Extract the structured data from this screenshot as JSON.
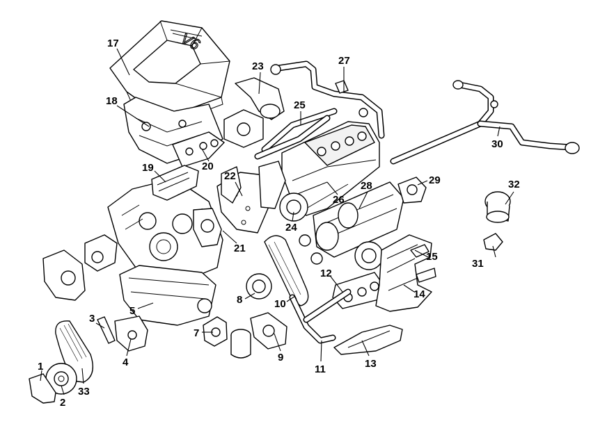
{
  "diagram": {
    "callouts": [
      "1",
      "2",
      "3",
      "4",
      "5",
      "7",
      "8",
      "9",
      "10",
      "11",
      "12",
      "13",
      "14",
      "15",
      "17",
      "18",
      "19",
      "20",
      "21",
      "22",
      "23",
      "24",
      "25",
      "26",
      "27",
      "28",
      "29",
      "30",
      "31",
      "32",
      "33"
    ],
    "cover_lettering": "V6"
  }
}
